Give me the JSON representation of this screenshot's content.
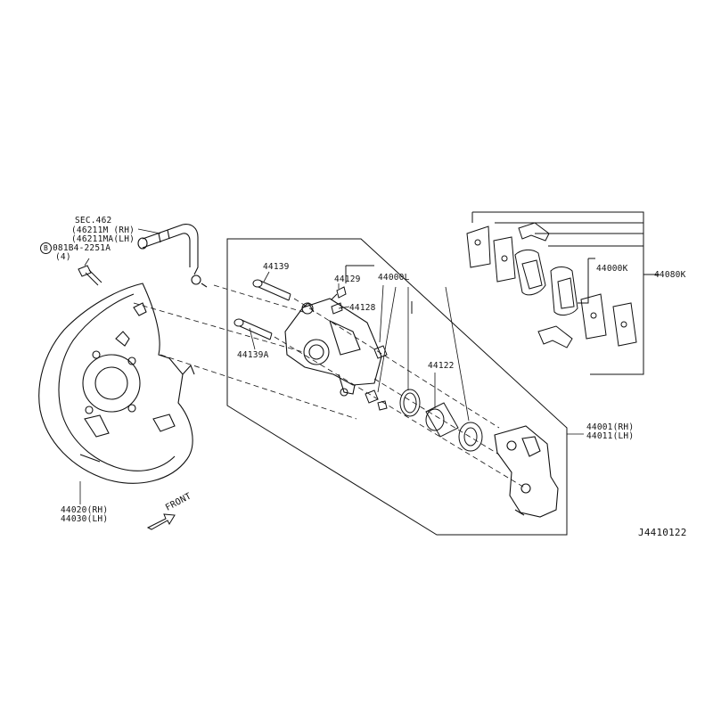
{
  "diagram": {
    "callouts": {
      "sec_462": "SEC.462",
      "hose_rh": "(46211M (RH)",
      "hose_lh": "(46211MA(LH)",
      "bolt_marker": "B",
      "bolt": "081B4-2251A",
      "bolt_qty": "(4)",
      "p44139": "44139",
      "p44139a": "44139A",
      "p44129": "44129",
      "p44128": "44128",
      "p44000l": "44000L",
      "p44122": "44122",
      "p44000k": "44000K",
      "p44080k": "44080K",
      "p44001_rh": "44001(RH)",
      "p44011_lh": "44011(LH)",
      "p44020_rh": "44020(RH)",
      "p44030_lh": "44030(LH)",
      "front": "FRONT",
      "drawing_id": "J4410122"
    },
    "colors": {
      "line": "#111111",
      "background": "#ffffff"
    }
  }
}
